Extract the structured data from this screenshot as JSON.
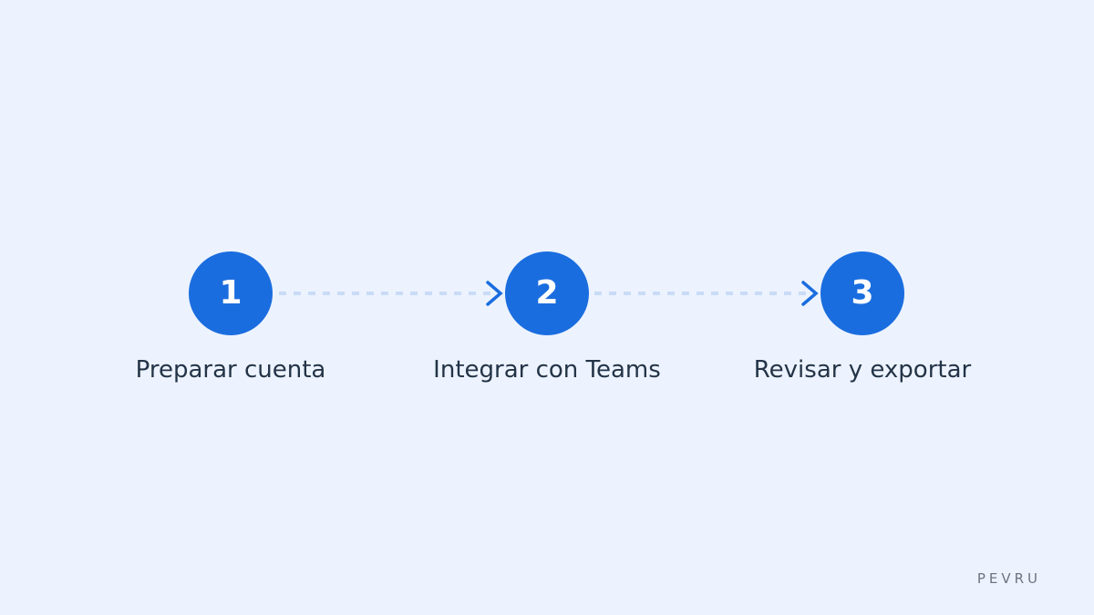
{
  "steps": [
    {
      "number": "1",
      "label": "Preparar cuenta"
    },
    {
      "number": "2",
      "label": "Integrar con Teams"
    },
    {
      "number": "3",
      "label": "Revisar y exportar"
    }
  ],
  "brand": "PEVRU",
  "colors": {
    "background": "#ecf3fe",
    "accent": "#1a6ddf",
    "connector": "#c9dbf6",
    "label": "#243447",
    "brand": "#6b7480"
  }
}
